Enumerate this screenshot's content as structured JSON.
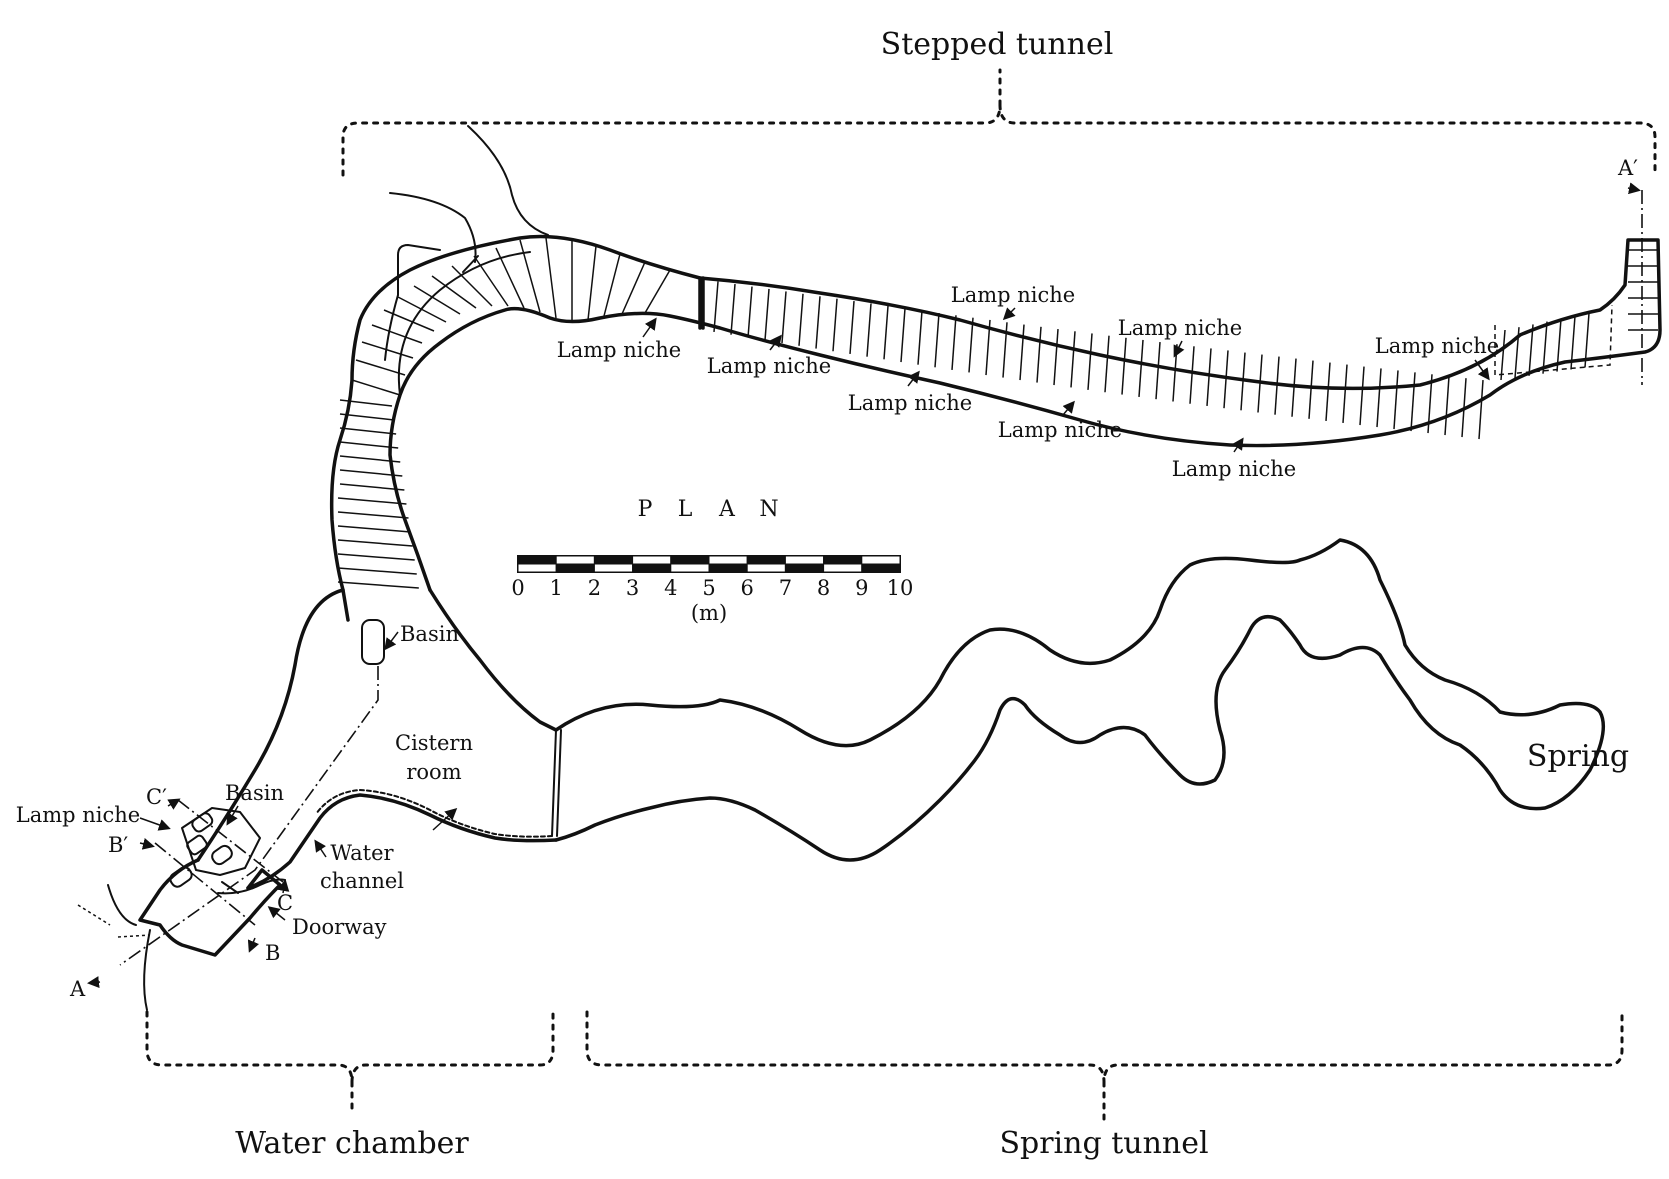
{
  "sections": {
    "stepped_tunnel": "Stepped tunnel",
    "water_chamber": "Water chamber",
    "spring_tunnel": "Spring tunnel"
  },
  "plan_title": {
    "p": "P",
    "l": "L",
    "a": "A",
    "n": "N"
  },
  "scale": {
    "ticks": [
      "0",
      "1",
      "2",
      "3",
      "4",
      "5",
      "6",
      "7",
      "8",
      "9",
      "10"
    ],
    "unit": "(m)"
  },
  "labels": {
    "lamp_niche": "Lamp niche",
    "basin": "Basin",
    "cistern": "Cistern",
    "room": "room",
    "water": "Water",
    "channel": "channel",
    "doorway": "Doorway",
    "spring": "Spring"
  },
  "section_marks": {
    "a": "A",
    "a_prime": "A′",
    "b": "B",
    "b_prime": "B′",
    "c": "C",
    "c_prime": "C′"
  }
}
